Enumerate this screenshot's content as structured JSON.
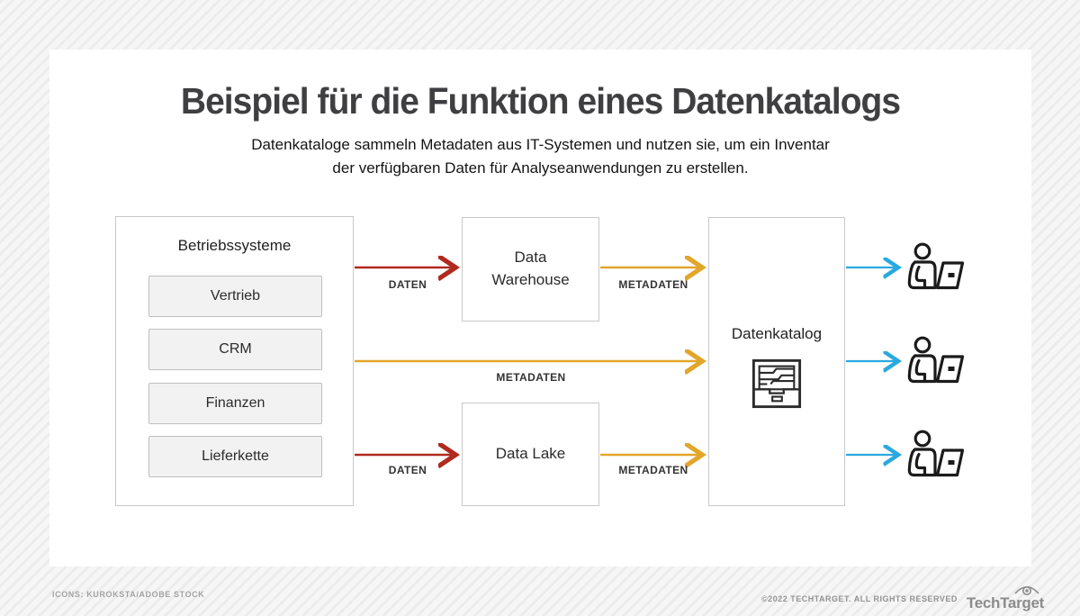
{
  "header": {
    "title": "Beispiel für die Funktion eines Datenkatalogs",
    "subtitle_line1": "Datenkataloge sammeln Metadaten aus IT-Systemen und nutzen sie, um ein Inventar",
    "subtitle_line2": "der verfügbaren Daten für Analyseanwendungen zu erstellen."
  },
  "diagram": {
    "source_group": {
      "title": "Betriebssysteme",
      "systems": [
        {
          "label": "Vertrieb"
        },
        {
          "label": "CRM"
        },
        {
          "label": "Finanzen"
        },
        {
          "label": "Lieferkette"
        }
      ]
    },
    "data_warehouse": {
      "label": "Data Warehouse"
    },
    "data_lake": {
      "label": "Data Lake"
    },
    "data_catalog": {
      "label": "Datenkatalog",
      "icon": "file-catalog-icon"
    },
    "flow_labels": {
      "daten_top": "DATEN",
      "metadaten_top": "METADATEN",
      "metadaten_middle": "METADATEN",
      "daten_bottom": "DATEN",
      "metadaten_bottom": "METADATEN"
    },
    "users": [
      {
        "icon": "analyst-user-icon"
      },
      {
        "icon": "analyst-user-icon"
      },
      {
        "icon": "analyst-user-icon"
      }
    ],
    "colors": {
      "daten_arrow": "#b02a1e",
      "metadaten_arrow": "#e2a62b",
      "user_arrow": "#29a9e0",
      "icon_stroke": "#1b1b1b"
    }
  },
  "footer": {
    "credit": "ICONS: KUROKSTA/ADOBE STOCK",
    "copyright": "©2022 TECHTARGET. ALL RIGHTS RESERVED",
    "brand": "TechTarget"
  }
}
